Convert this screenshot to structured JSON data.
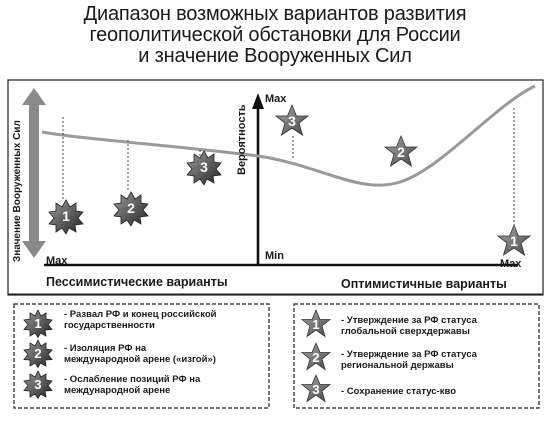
{
  "title": {
    "line1": "Диапазон возможных вариантов развития",
    "line2": "геополитической обстановки для России",
    "line3": "и значение Вооруженных Сил"
  },
  "axes": {
    "left_axis_label": "Значение Вооруженных Сил",
    "center_axis_label": "Вероятность",
    "center_max": "Max",
    "center_min": "Min",
    "left_max": "Max",
    "right_max": "Max"
  },
  "sections": {
    "pessimistic": "Пессимистические варианты",
    "optimistic": "Оптимистичные варианты"
  },
  "markers": {
    "spiky": [
      "1",
      "2",
      "3"
    ],
    "stars": [
      "1",
      "2",
      "3"
    ]
  },
  "legend_pessimistic": [
    {
      "num": "1",
      "text_line1": "- Развал РФ и конец российской",
      "text_line2": "государственности"
    },
    {
      "num": "2",
      "text_line1": "- Изоляция РФ на",
      "text_line2": "международной арене («изгой»)"
    },
    {
      "num": "3",
      "text_line1": "- Ослабление позиций РФ на",
      "text_line2": "международной арене"
    }
  ],
  "legend_optimistic": [
    {
      "num": "1",
      "text_line1": "- Утверждение за РФ статуса",
      "text_line2": "глобальной сверхдержавы"
    },
    {
      "num": "2",
      "text_line1": "- Утверждение за РФ статуса",
      "text_line2": "региональной державы"
    },
    {
      "num": "3",
      "text_line1": "- Сохранение статус-кво",
      "text_line2": ""
    }
  ]
}
